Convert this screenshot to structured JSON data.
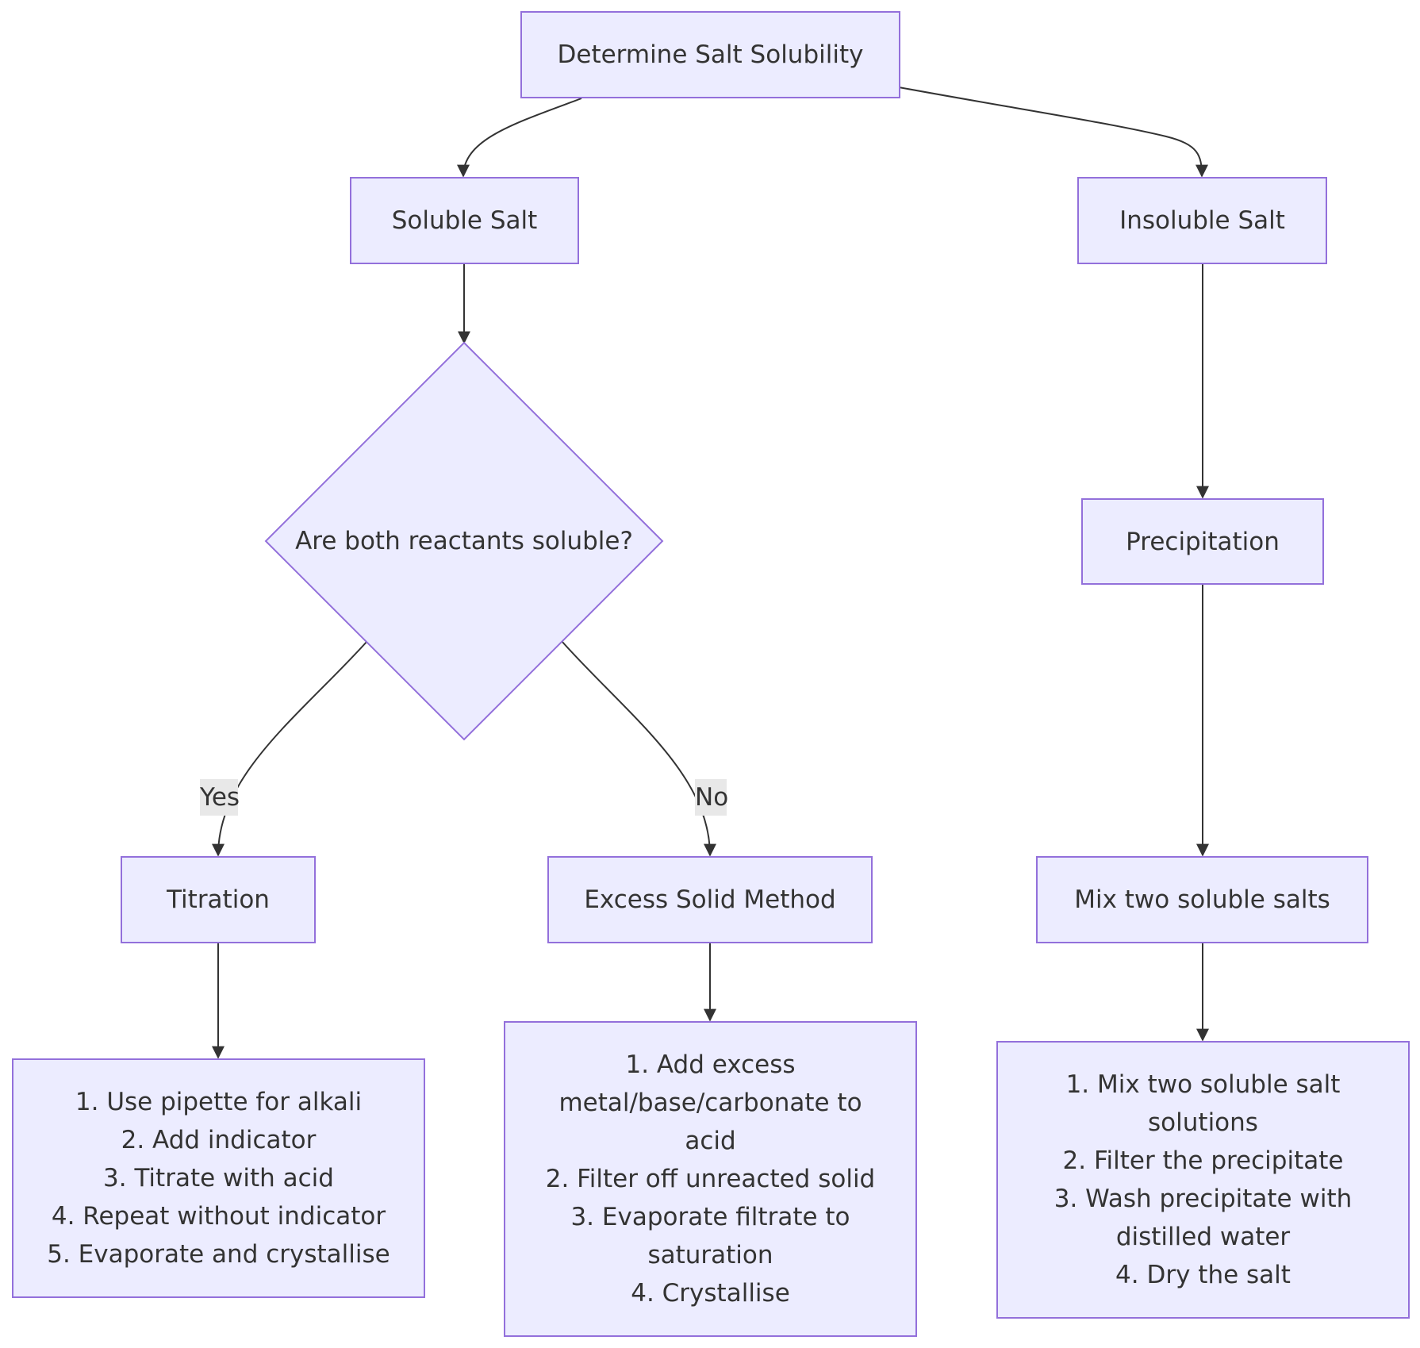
{
  "nodes": {
    "root": "Determine Salt Solubility",
    "soluble": "Soluble Salt",
    "insoluble": "Insoluble Salt",
    "decision": "Are both reactants soluble?",
    "titration": "Titration",
    "excess_solid": "Excess Solid Method",
    "precipitation": "Precipitation",
    "mix": "Mix two soluble salts"
  },
  "steps": {
    "titration": [
      "1. Use pipette for alkali",
      "2. Add indicator",
      "3. Titrate with acid",
      "4. Repeat without indicator",
      "5. Evaporate and crystallise"
    ],
    "excess_solid": [
      "1. Add excess",
      "metal/base/carbonate to",
      "acid",
      "2. Filter off unreacted solid",
      "3. Evaporate filtrate to",
      "saturation",
      "4. Crystallise"
    ],
    "precipitation": [
      "1. Mix two soluble salt",
      "solutions",
      "2. Filter the precipitate",
      "3. Wash precipitate with",
      "distilled water",
      "4. Dry the salt"
    ]
  },
  "edges": {
    "yes_label": "Yes",
    "no_label": "No"
  },
  "colors": {
    "node_fill": "#ECECFF",
    "node_stroke": "#9370DB",
    "edge_stroke": "#333333",
    "edge_label_bg": "#E8E8E8",
    "text": "#333333"
  }
}
